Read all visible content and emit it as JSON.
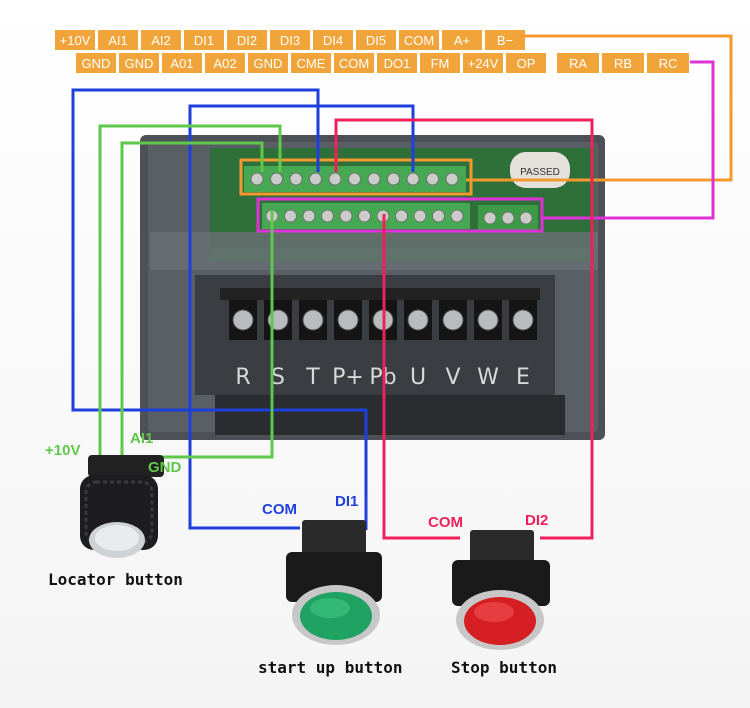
{
  "top_row": [
    "+10V",
    "AI1",
    "AI2",
    "DI1",
    "DI2",
    "DI3",
    "DI4",
    "DI5",
    "COM",
    "A+",
    "B−"
  ],
  "bottom_row": [
    "GND",
    "GND",
    "A01",
    "A02",
    "GND",
    "CME",
    "COM",
    "DO1",
    "FM",
    "+24V",
    "OP"
  ],
  "relay_row": [
    "RA",
    "RB",
    "RC"
  ],
  "power_terminals": [
    "R",
    "S",
    "T",
    "P+",
    "Pb",
    "U",
    "V",
    "W",
    "E"
  ],
  "pot_labels": {
    "v10": "+10V",
    "ai1": "AI1",
    "gnd": "GND"
  },
  "start_labels": {
    "com": "COM",
    "di1": "DI1"
  },
  "stop_labels": {
    "com": "COM",
    "di2": "DI2"
  },
  "captions": {
    "locator": "Locator button",
    "start": "start up button",
    "stop": "Stop button"
  },
  "passed_label": "PASSED",
  "colors": {
    "label_bg": "#f0a43a",
    "orange": "#f29a2e",
    "blue": "#1f3fdc",
    "green": "#5fc84a",
    "red": "#f0205a",
    "magenta": "#e030d8",
    "device": "#50545a"
  }
}
